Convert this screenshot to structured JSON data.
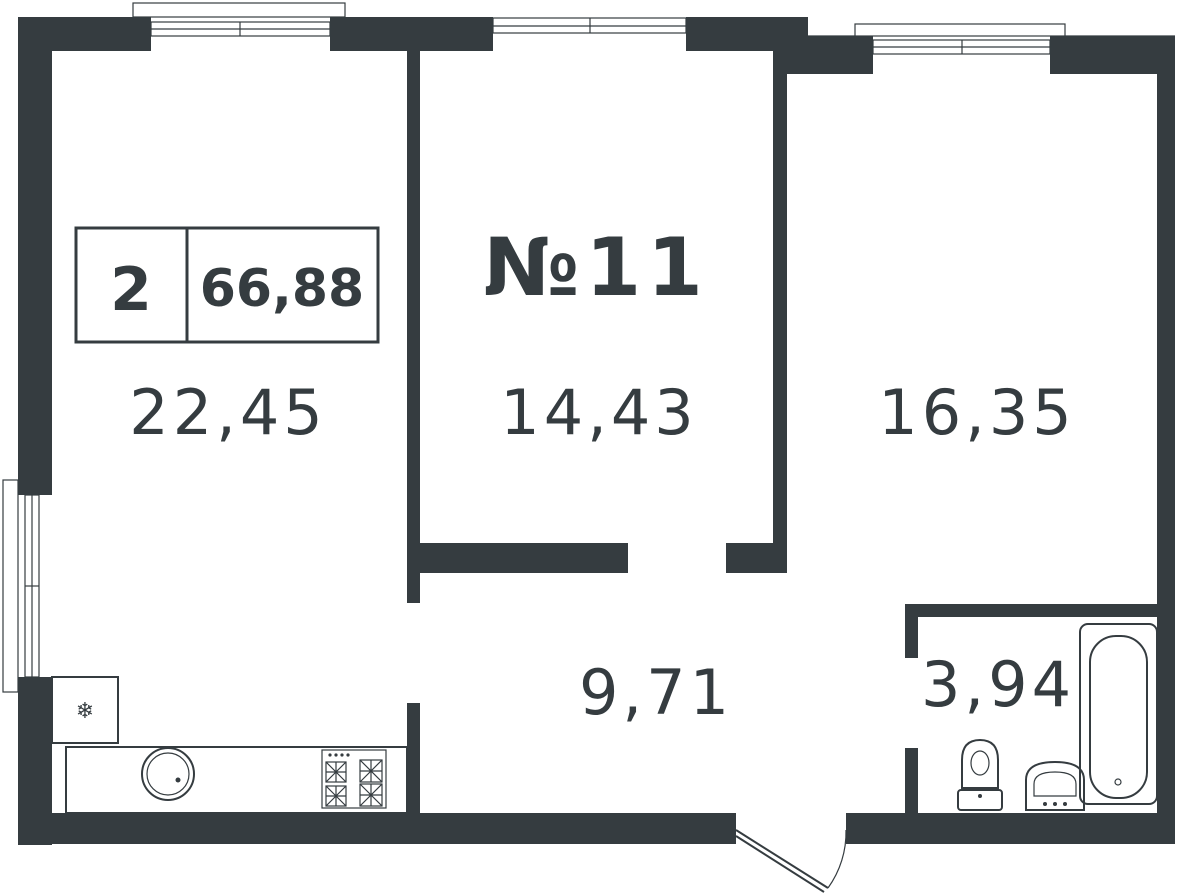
{
  "plan": {
    "apartment_number": "№11",
    "rooms_count": "2",
    "total_area": "66,88",
    "rooms": [
      {
        "id": "room-left",
        "area": "22,45"
      },
      {
        "id": "room-middle",
        "area": "14,43"
      },
      {
        "id": "room-right",
        "area": "16,35"
      },
      {
        "id": "hallway",
        "area": "9,71"
      },
      {
        "id": "bathroom",
        "area": "3,94"
      }
    ],
    "fridge_symbol": "❄",
    "colors": {
      "wall": "#353c40",
      "background": "#ffffff"
    }
  }
}
